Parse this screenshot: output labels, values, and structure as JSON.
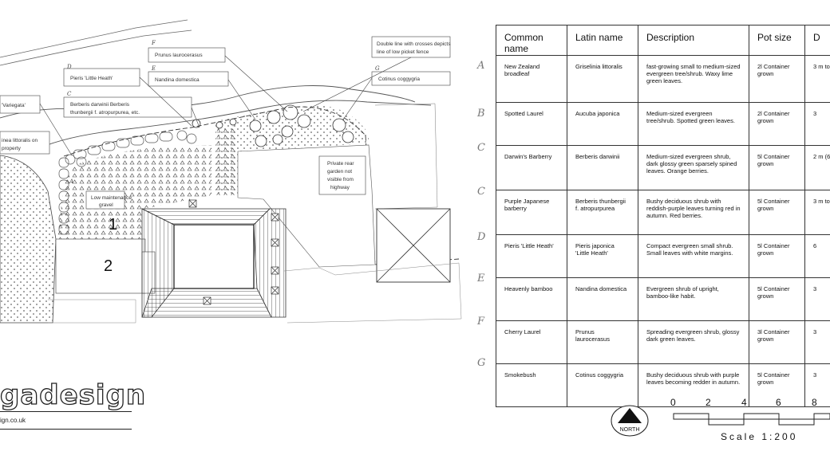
{
  "plan": {
    "area_numbers": [
      "1",
      "2"
    ],
    "labels": {
      "variegata": "'Variegata'",
      "griselinia_note": "inea littoralis on",
      "property": "property",
      "pieris": "Pieris 'Little Heath'",
      "berberis": "Berberis darwinii Berberis",
      "berberis2": "thunbergii f. atropurpurea, etc.",
      "prunus": "Prunus laurocerasus",
      "nandina": "Nandina domestica",
      "fence": "Double line with crosses depicts",
      "fence2": "line of low picket fence",
      "cotinus": "Cotinus coggygria",
      "gravel": "Low maintenance",
      "gravel2": "gravel",
      "garden": "Private rear",
      "garden2": "garden not",
      "garden3": "visible from",
      "garden4": "highway"
    },
    "label_letters": {
      "A": "A",
      "C": "C",
      "D": "D",
      "E": "E",
      "F": "F",
      "G": "G"
    }
  },
  "logo": {
    "text": "gadesign",
    "url": "ign.co.uk"
  },
  "table": {
    "headers": [
      "Common name",
      "Latin name",
      "Description",
      "Pot size",
      "D"
    ],
    "rows": [
      {
        "letter": "A",
        "common": "New Zealand broadleaf",
        "latin": "Griselinia littoralis",
        "description": "fast-growing small to medium-sized evergreen tree/shrub. Waxy lime green leaves.",
        "pot": "2l Container grown",
        "d": "3 m to"
      },
      {
        "letter": "B",
        "common": "Spotted Laurel",
        "latin": "Aucuba japonica",
        "description": "Medium-sized evergreen tree/shrub. Spotted green leaves.",
        "pot": "2l Container grown",
        "d": "3"
      },
      {
        "letter": "C",
        "common": "Darwin's Barberry",
        "latin": "Berberis darwinii",
        "description": "Medium-sized evergreen shrub, dark glossy green sparsely spined leaves. Orange berries.",
        "pot": "5l Container grown",
        "d": "2 m (6"
      },
      {
        "letter": "C",
        "common": "Purple Japanese barberry",
        "latin": "Berberis thunbergii f. atropurpurea",
        "description": "Bushy deciduous shrub with reddish-purple leaves turning red in autumn. Red berries.",
        "pot": "5l Container grown",
        "d": "3 m to"
      },
      {
        "letter": "D",
        "common": "Pieris 'Little Heath'",
        "latin": "Pieris japonica 'Little Heath'",
        "description": "Compact evergreen small shrub. Small leaves with white margins.",
        "pot": "5l Container grown",
        "d": "6"
      },
      {
        "letter": "E",
        "common": "Heavenly bamboo",
        "latin": "Nandina domestica",
        "description": "Evergreen shrub of upright, bamboo-like habit.",
        "pot": "5l Container grown",
        "d": "3"
      },
      {
        "letter": "F",
        "common": "Cherry Laurel",
        "latin": "Prunus laurocerasus",
        "description": "Spreading evergreen shrub, glossy dark green leaves.",
        "pot": "3l Container grown",
        "d": "3"
      },
      {
        "letter": "G",
        "common": "Smokebush",
        "latin": "Cotinus coggygria",
        "description": "Bushy deciduous shrub with purple leaves becoming redder in autumn.",
        "pot": "5l Container grown",
        "d": "3"
      }
    ]
  },
  "north_label": "NORTH",
  "scale": {
    "ticks": [
      "0",
      "2",
      "4",
      "6",
      "8"
    ],
    "caption": "Scale 1:200"
  }
}
